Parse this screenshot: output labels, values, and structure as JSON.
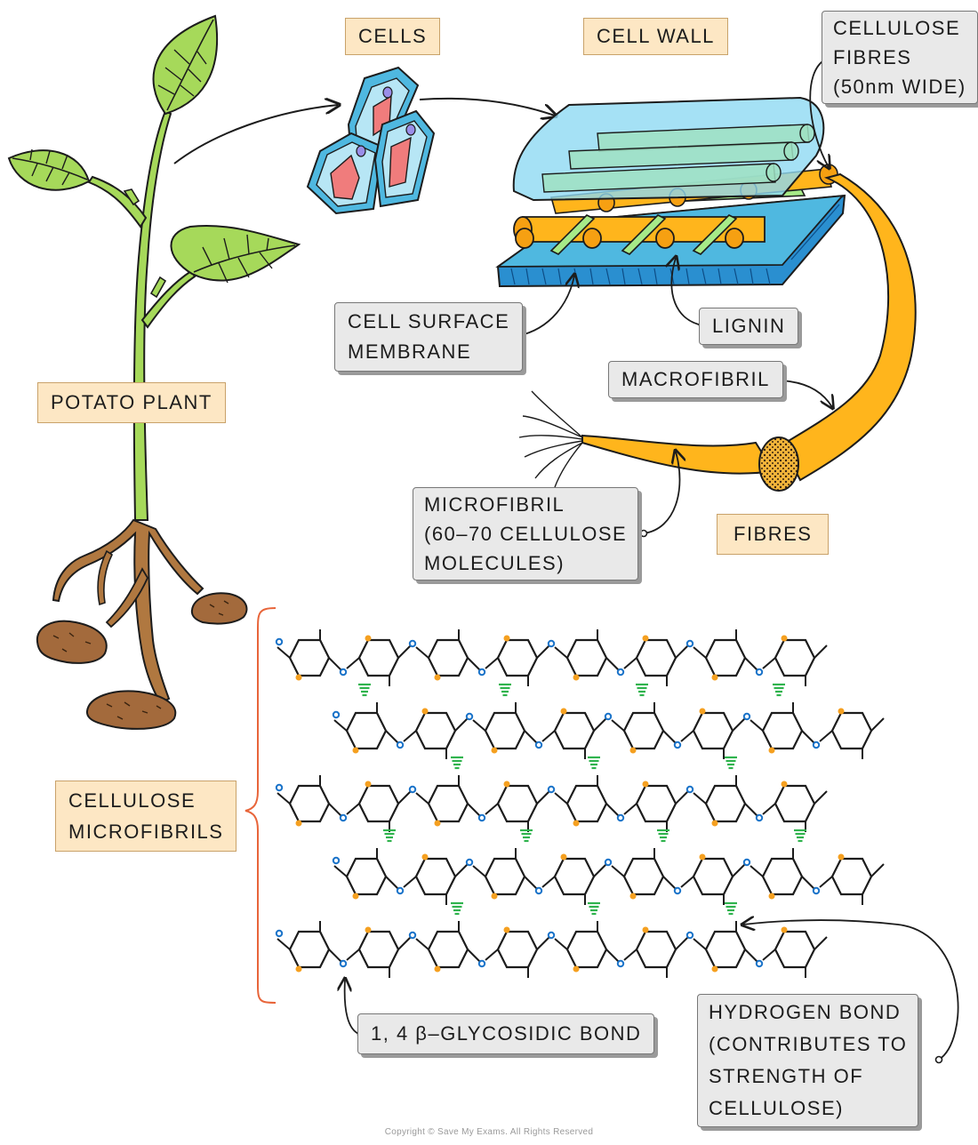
{
  "labels": {
    "cells": "CELLS",
    "cell_wall": "CELL WALL",
    "cellulose_fibres": [
      "CELLULOSE",
      "FIBRES",
      "(50nm WIDE)"
    ],
    "cell_surface_membrane": [
      "CELL SURFACE",
      "MEMBRANE"
    ],
    "lignin": "LIGNIN",
    "potato_plant": "POTATO PLANT",
    "macrofibril": "MACROFIBRIL",
    "microfibril": [
      "MICROFIBRIL",
      "(60–70 CELLULOSE",
      "MOLECULES)"
    ],
    "fibres": "FIBRES",
    "cellulose_microfibrils": [
      "CELLULOSE",
      "MICROFIBRILS"
    ],
    "glycosidic_bond": "1, 4 β–GLYCOSIDIC BOND",
    "hydrogen_bond": [
      "HYDROGEN BOND",
      "(CONTRIBUTES TO",
      "STRENGTH OF",
      "CELLULOSE)"
    ]
  },
  "copyright": "Copyright © Save My Exams. All Rights Reserved",
  "colors": {
    "leaf": "#a6d95a",
    "stem": "#a6d95a",
    "root": "#b07840",
    "potato": "#a36a3c",
    "cell_outer": "#4fb8e0",
    "nucleus": "#f07c7c",
    "wall_blue": "#8fd9f2",
    "fibre_orange": "#ffb51c",
    "lignin_green": "#a6ea88",
    "oxygen_bond": "#1a73c9",
    "hydroxyl": "#f5a020",
    "hydrogen_bond": "#2fb34d",
    "bracket": "#e8653a"
  }
}
